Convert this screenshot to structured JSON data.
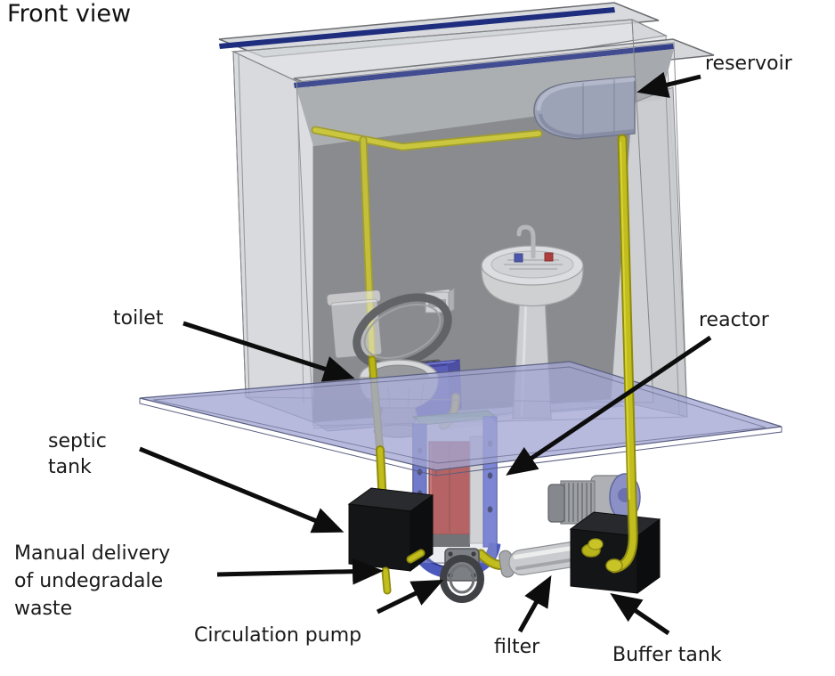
{
  "title": "Front view",
  "labels": {
    "reservoir": "reservoir",
    "toilet": "toilet",
    "reactor": "reactor",
    "septic_tank": "septic tank",
    "manual_delivery": "Manual delivery of undegradale waste",
    "circulation_pump": "Circulation pump",
    "filter": "filter",
    "buffer_tank": "Buffer tank"
  },
  "colors": {
    "background": "#ffffff",
    "floor_plate": "#a3a7d2",
    "roof_edge_blue": "#1f2d7e",
    "pipe_yellow": "#c1bd1c",
    "tank_black": "#141517",
    "reactor_frame_blue": "#4d5abd",
    "reactor_core_red": "#a43b3b",
    "reactor_trim_green": "#7db073",
    "reservoir_gray_blue": "#8b93ab",
    "wall_gray": "#ccced2",
    "interior_dark_gray": "#75777b",
    "arrow_black": "#0d0d0d",
    "label_text": "#1a1a1a"
  }
}
